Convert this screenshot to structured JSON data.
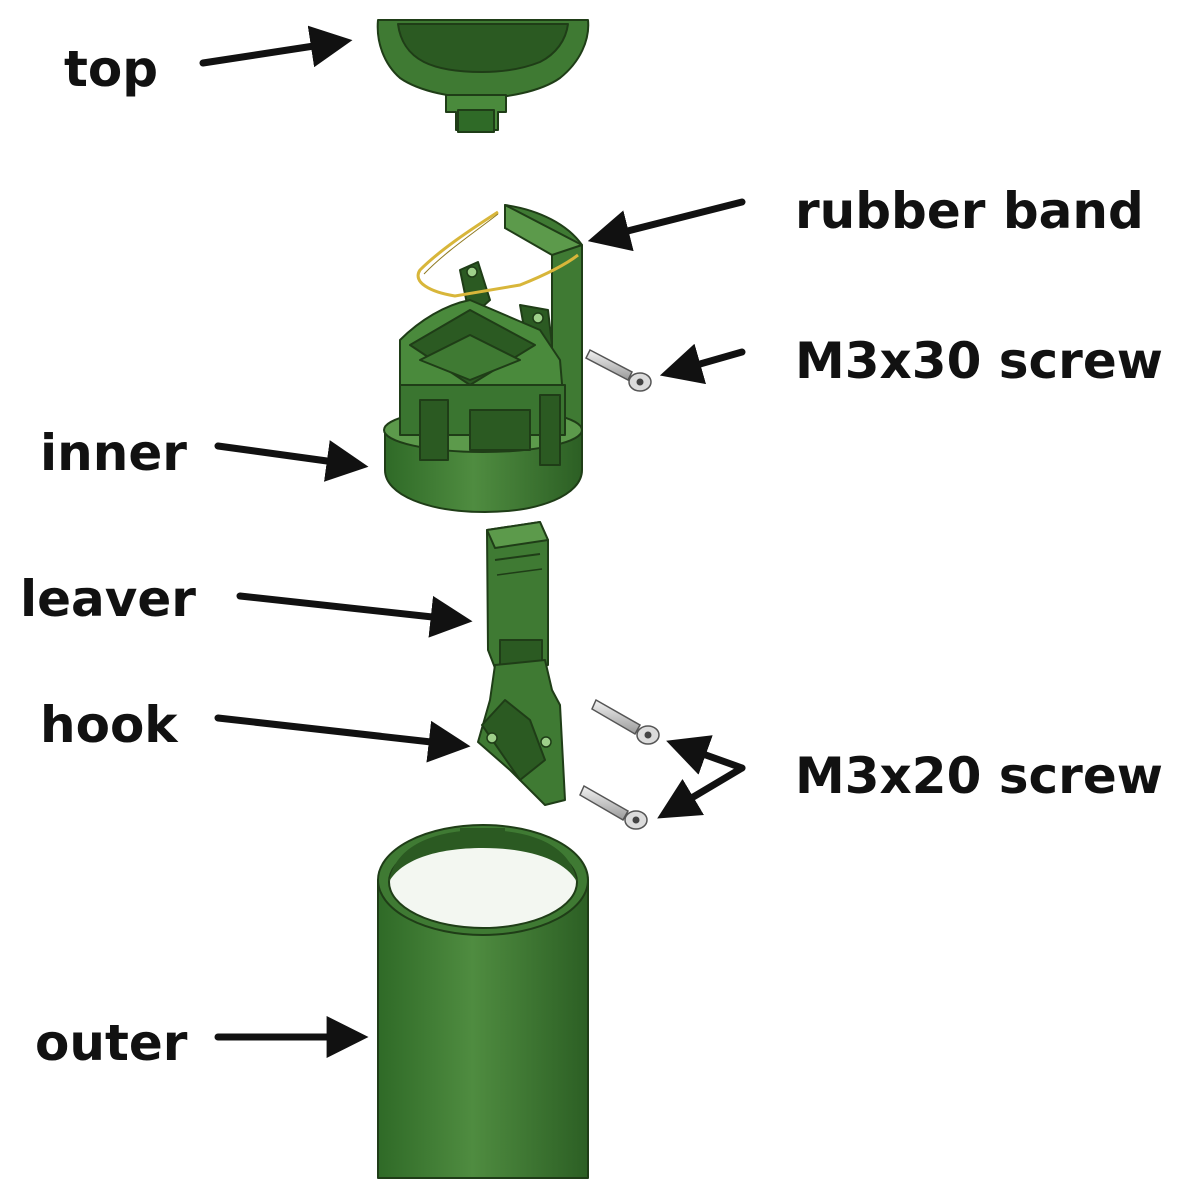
{
  "labels": {
    "top": "top",
    "rubber_band": "rubber band",
    "m3x30_screw": "M3x30 screw",
    "inner": "inner",
    "leaver": "leaver",
    "hook": "hook",
    "m3x20_screw": "M3x20 screw",
    "outer": "outer"
  },
  "colors": {
    "part_green": "#3f7a33",
    "part_dark": "#2b5a22",
    "part_light": "#5c9a4b",
    "band_yellow": "#d8b63a",
    "screw_grey": "#c9c9c9",
    "label_black": "#111111"
  }
}
